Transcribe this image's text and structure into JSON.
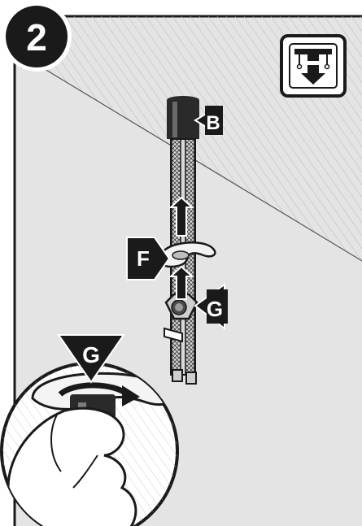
{
  "step": {
    "number": "2"
  },
  "labels": {
    "top_part": "B",
    "washer": "F",
    "nut": "G",
    "nut_detail": "G"
  },
  "icons": {
    "install_from_below": "install-from-below-icon",
    "arrow": "arrow-up-icon"
  },
  "colors": {
    "panel": "#e4e4e4",
    "ink": "#1a1a1a",
    "white": "#ffffff",
    "hatch": "#b9b9b9"
  }
}
